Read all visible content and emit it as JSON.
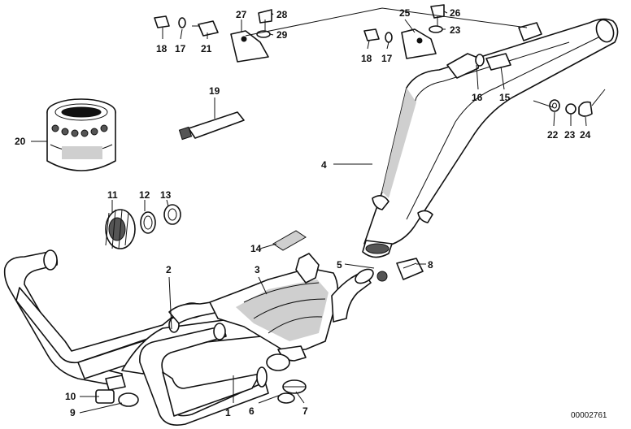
{
  "diagram": {
    "callouts": [
      {
        "id": "c1",
        "label": "1"
      },
      {
        "id": "c2",
        "label": "2"
      },
      {
        "id": "c3",
        "label": "3"
      },
      {
        "id": "c4",
        "label": "4"
      },
      {
        "id": "c5",
        "label": "5"
      },
      {
        "id": "c6",
        "label": "6"
      },
      {
        "id": "c7",
        "label": "7"
      },
      {
        "id": "c8",
        "label": "8"
      },
      {
        "id": "c9",
        "label": "9"
      },
      {
        "id": "c10",
        "label": "10"
      },
      {
        "id": "c11",
        "label": "11"
      },
      {
        "id": "c12",
        "label": "12"
      },
      {
        "id": "c13",
        "label": "13"
      },
      {
        "id": "c14",
        "label": "14"
      },
      {
        "id": "c15",
        "label": "15"
      },
      {
        "id": "c16",
        "label": "16"
      },
      {
        "id": "c17a",
        "label": "17"
      },
      {
        "id": "c17b",
        "label": "17"
      },
      {
        "id": "c18a",
        "label": "18"
      },
      {
        "id": "c18b",
        "label": "18"
      },
      {
        "id": "c19",
        "label": "19"
      },
      {
        "id": "c20",
        "label": "20"
      },
      {
        "id": "c21",
        "label": "21"
      },
      {
        "id": "c22",
        "label": "22"
      },
      {
        "id": "c23a",
        "label": "23"
      },
      {
        "id": "c23b",
        "label": "23"
      },
      {
        "id": "c24",
        "label": "24"
      },
      {
        "id": "c25",
        "label": "25"
      },
      {
        "id": "c26",
        "label": "26"
      },
      {
        "id": "c27",
        "label": "27"
      },
      {
        "id": "c28",
        "label": "28"
      },
      {
        "id": "c29",
        "label": "29"
      }
    ],
    "image_code": "00002761"
  }
}
